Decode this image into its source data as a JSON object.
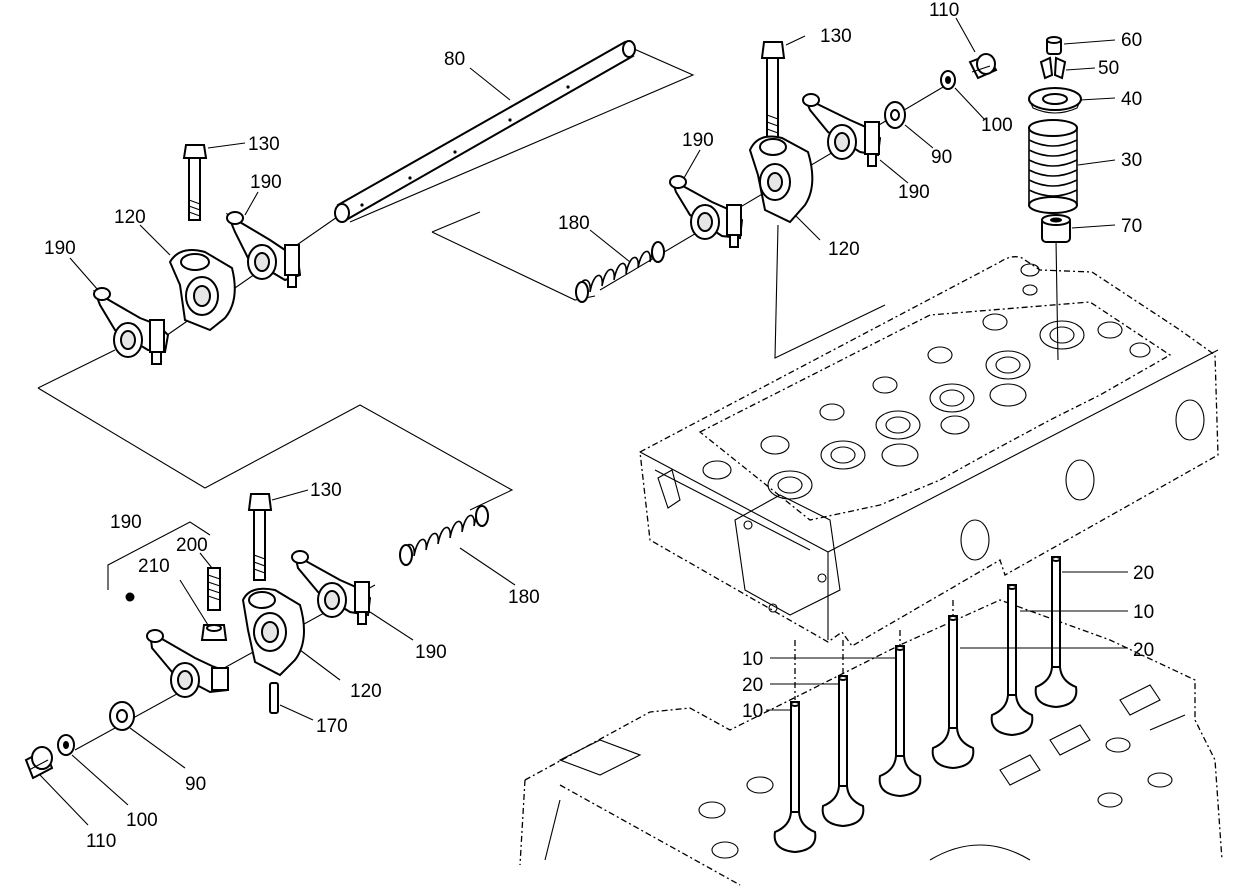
{
  "callouts": [
    {
      "id": "c80",
      "text": "80"
    },
    {
      "id": "c130a",
      "text": "130"
    },
    {
      "id": "c190a",
      "text": "190"
    },
    {
      "id": "c120a",
      "text": "120"
    },
    {
      "id": "c190b",
      "text": "190"
    },
    {
      "id": "c180a",
      "text": "180"
    },
    {
      "id": "c190c",
      "text": "190"
    },
    {
      "id": "c130b",
      "text": "130"
    },
    {
      "id": "c120b",
      "text": "120"
    },
    {
      "id": "c190d",
      "text": "190"
    },
    {
      "id": "c110a",
      "text": "110"
    },
    {
      "id": "c100a",
      "text": "100"
    },
    {
      "id": "c90a",
      "text": "90"
    },
    {
      "id": "c60",
      "text": "60"
    },
    {
      "id": "c50",
      "text": "50"
    },
    {
      "id": "c40",
      "text": "40"
    },
    {
      "id": "c30",
      "text": "30"
    },
    {
      "id": "c70",
      "text": "70"
    },
    {
      "id": "c190e",
      "text": "190"
    },
    {
      "id": "c200",
      "text": "200"
    },
    {
      "id": "c210",
      "text": "210"
    },
    {
      "id": "c130c",
      "text": "130"
    },
    {
      "id": "c180b",
      "text": "180"
    },
    {
      "id": "c190f",
      "text": "190"
    },
    {
      "id": "c120c",
      "text": "120"
    },
    {
      "id": "c170",
      "text": "170"
    },
    {
      "id": "c90b",
      "text": "90"
    },
    {
      "id": "c100b",
      "text": "100"
    },
    {
      "id": "c110b",
      "text": "110"
    },
    {
      "id": "c20a",
      "text": "20"
    },
    {
      "id": "c10a",
      "text": "10"
    },
    {
      "id": "c20b",
      "text": "20"
    },
    {
      "id": "c10b",
      "text": "10"
    },
    {
      "id": "c20c",
      "text": "20"
    },
    {
      "id": "c10c",
      "text": "10"
    }
  ]
}
